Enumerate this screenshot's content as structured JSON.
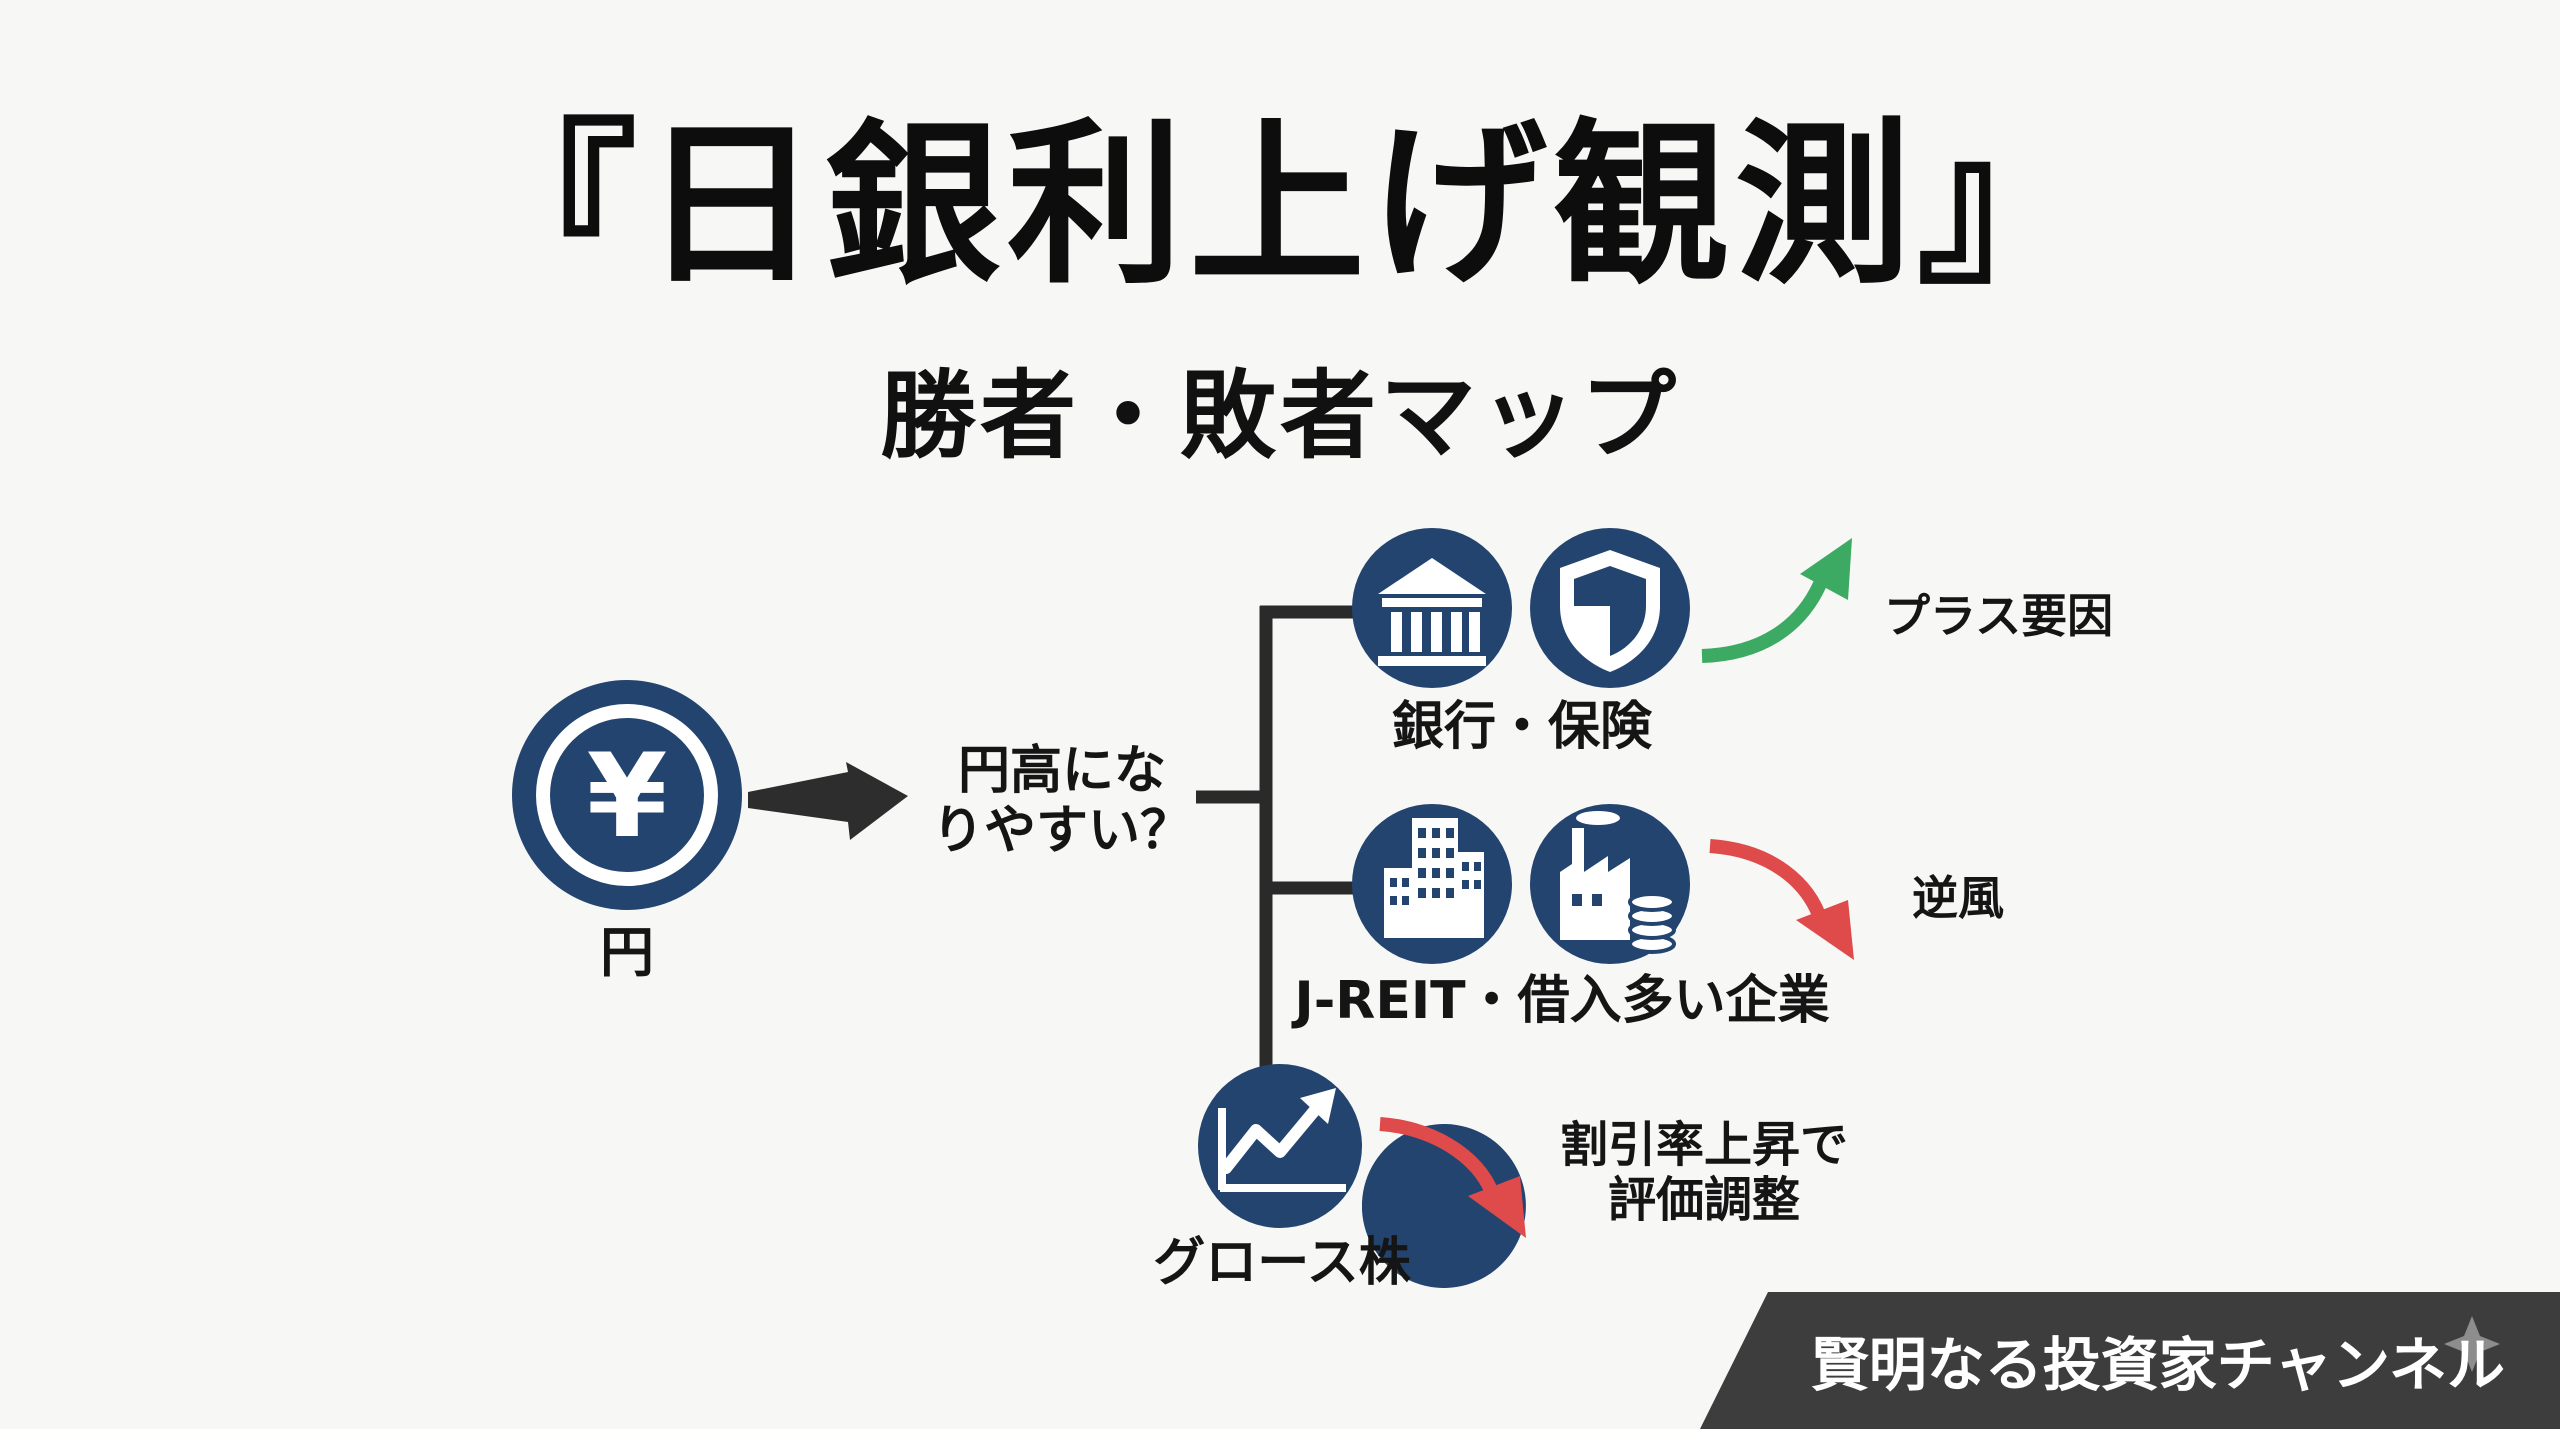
{
  "title": "『日銀利上げ観測』",
  "subtitle": "勝者・敗者マップ",
  "source": {
    "label": "円",
    "icon": "yen-icon"
  },
  "question": {
    "line1": "円高にな",
    "line2": "りやすい？"
  },
  "branches": [
    {
      "label": "銀行・保険",
      "icons": [
        "bank-icon",
        "shield-icon"
      ],
      "effect": "プラス要因",
      "direction": "up"
    },
    {
      "label": "J-REIT・借入多い企業",
      "icons": [
        "buildings-icon",
        "factory-icon"
      ],
      "effect": "逆風",
      "direction": "down"
    },
    {
      "label": "グロース株",
      "icons": [
        "growth-chart-icon"
      ],
      "effect_line1": "割引率上昇で",
      "effect_line2": "評価調整",
      "direction": "down"
    }
  ],
  "footer": "賢明なる投資家チャンネル",
  "colors": {
    "icon_navy": "#23446f",
    "connector": "#2a2a2a",
    "up_arrow": "#3daa63",
    "down_arrow": "#df4a4a",
    "footer_bg": "#3d3d3d",
    "background": "#f7f7f5"
  }
}
